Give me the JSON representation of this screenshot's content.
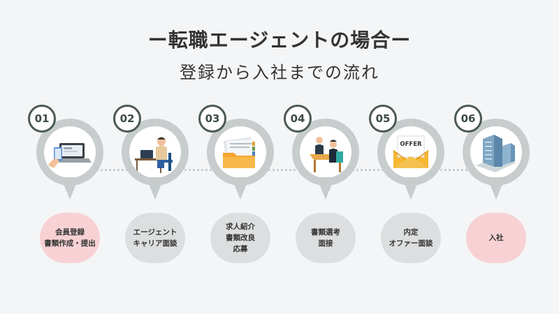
{
  "title": "ー転職エージェントの場合ー",
  "subtitle": "登録から入社までの流れ",
  "accent": "#4a5a52",
  "steps": [
    {
      "num": "01",
      "icon": "phone-laptop-icon",
      "lines": [
        "会員登録",
        "書類作成・提出"
      ],
      "highlight": true
    },
    {
      "num": "02",
      "icon": "person-at-desk-icon",
      "lines": [
        "エージェント",
        "キャリア面談"
      ],
      "highlight": false
    },
    {
      "num": "03",
      "icon": "documents-folder-icon",
      "lines": [
        "求人紹介",
        "書類改良",
        "応募"
      ],
      "highlight": false
    },
    {
      "num": "04",
      "icon": "interview-icon",
      "lines": [
        "書類選考",
        "面接"
      ],
      "highlight": false
    },
    {
      "num": "05",
      "icon": "offer-envelope-icon",
      "lines": [
        "内定",
        "オファー面談"
      ],
      "highlight": false,
      "icon_text": "OFFER"
    },
    {
      "num": "06",
      "icon": "office-building-icon",
      "lines": [
        "入社"
      ],
      "highlight": true
    }
  ]
}
